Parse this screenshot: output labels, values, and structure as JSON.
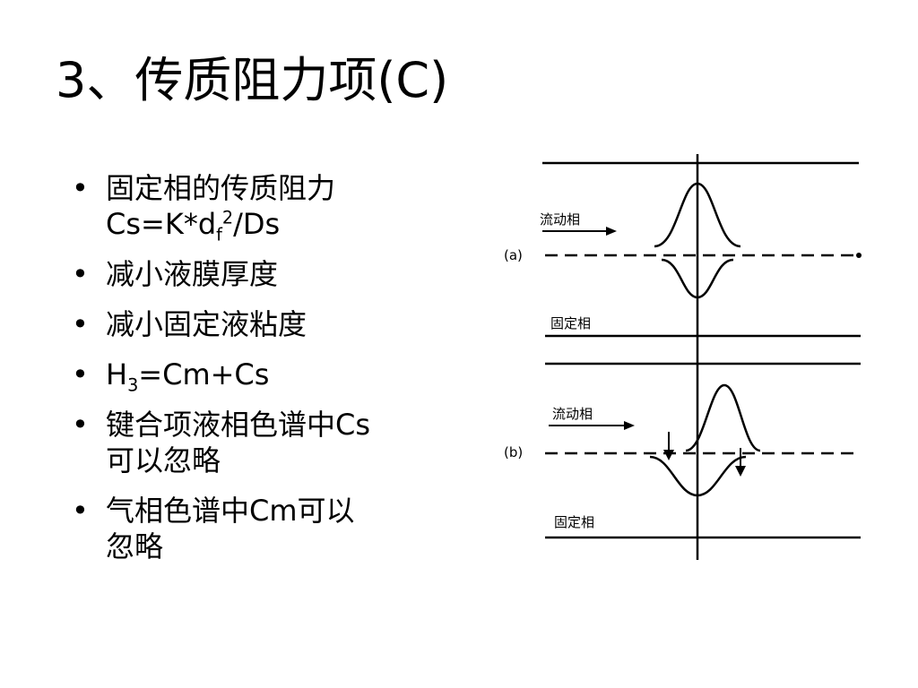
{
  "slide": {
    "title": "3、传质阻力项(C)"
  },
  "bullets": {
    "marker": "•",
    "b1_line1": "固定相的传质阻力",
    "b1_formula_prefix": "Cs=K*d",
    "b1_formula_sub": "f",
    "b1_formula_sup": "2",
    "b1_formula_suffix": "/Ds",
    "b2": "减小液膜厚度",
    "b3": "减小固定液粘度",
    "b4_prefix": "H",
    "b4_sub": "3",
    "b4_suffix": "=Cm+Cs",
    "b5_line1": "键合项液相色谱中Cs",
    "b5_line2": "可以忽略",
    "b6_line1": "气相色谱中Cm可以",
    "b6_line2": "忽略"
  },
  "figure": {
    "panel_a_label": "(a)",
    "panel_b_label": "(b)",
    "mobile_phase_label": "流动相",
    "stationary_phase_label": "固定相"
  }
}
